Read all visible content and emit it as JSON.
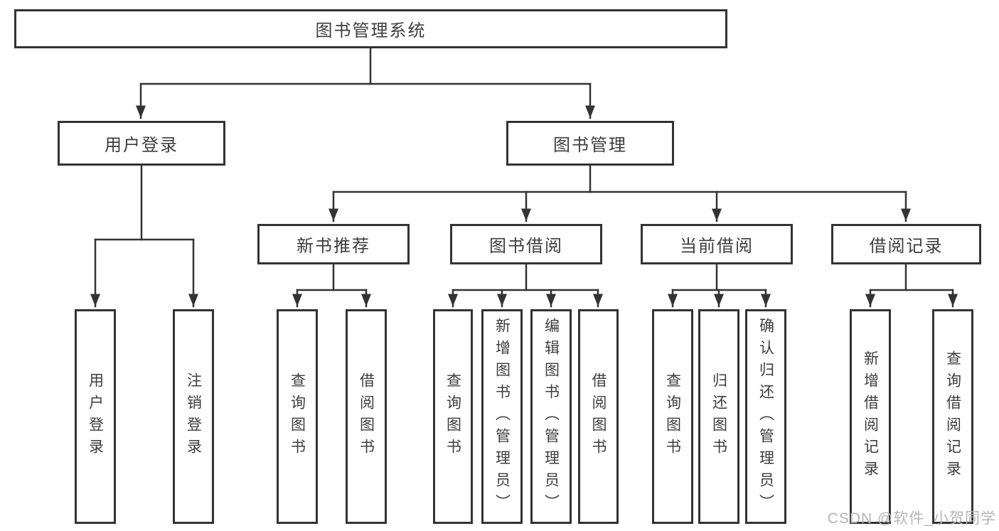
{
  "tree": {
    "root": {
      "label": "图书管理系统"
    },
    "children": [
      {
        "label": "用户登录",
        "children": [
          {
            "label": "用户登录"
          },
          {
            "label": "注销登录"
          }
        ]
      },
      {
        "label": "图书管理",
        "children": [
          {
            "label": "新书推荐",
            "children": [
              {
                "label": "查询图书"
              },
              {
                "label": "借阅图书"
              }
            ]
          },
          {
            "label": "图书借阅",
            "children": [
              {
                "label": "查询图书"
              },
              {
                "label": "新增图书（管理员）"
              },
              {
                "label": "编辑图书（管理员）"
              },
              {
                "label": "借阅图书"
              }
            ]
          },
          {
            "label": "当前借阅",
            "children": [
              {
                "label": "查询图书"
              },
              {
                "label": "归还图书"
              },
              {
                "label": "确认归还（管理员）"
              }
            ]
          },
          {
            "label": "借阅记录",
            "children": [
              {
                "label": "新增借阅记录"
              },
              {
                "label": "查询借阅记录"
              }
            ]
          }
        ]
      }
    ]
  },
  "watermark": "CSDN @软件_小贺同学",
  "colors": {
    "line": "#333333",
    "box_border": "#333333",
    "text": "#3d3d3d",
    "background": "#ffffff",
    "watermark": "#b5b5b5"
  }
}
